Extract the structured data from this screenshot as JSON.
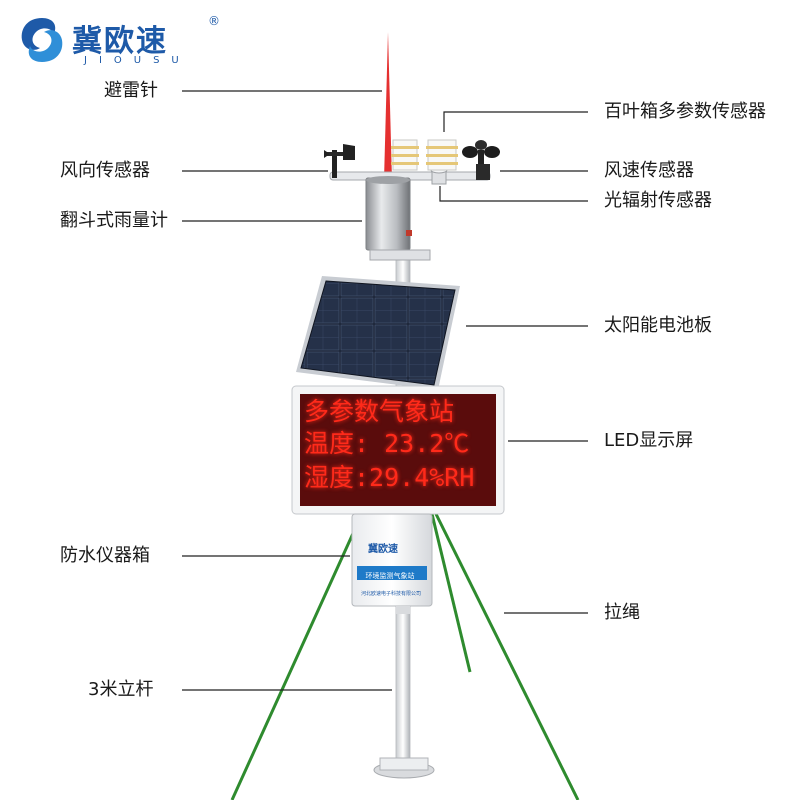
{
  "brand": {
    "name_cn": "冀欧速",
    "name_en": "JIOUSU",
    "registered": "®",
    "logo_color": "#1e5aa8"
  },
  "labels": {
    "lightning_rod": "避雷针",
    "louver_box": "百叶箱多参数传感器",
    "wind_direction": "风向传感器",
    "wind_speed": "风速传感器",
    "radiation": "光辐射传感器",
    "rain_gauge": "翻斗式雨量计",
    "solar_panel": "太阳能电池板",
    "led_screen": "LED显示屏",
    "waterproof_box": "防水仪器箱",
    "guy_wire": "拉绳",
    "pole": "3米立杆"
  },
  "led": {
    "line1": "多参数气象站",
    "line2": "温度: 23.2℃",
    "line3": "湿度:29.4%RH",
    "text_color": "#ff2a1a"
  },
  "instrument_box": {
    "brand": "冀欧速",
    "title": "环境监测气象站",
    "company": "河北欧速电子科技有限公司"
  },
  "colors": {
    "guy_wire": "#2e8b2e",
    "rod": "#e53030",
    "leader_line": "#222222"
  }
}
